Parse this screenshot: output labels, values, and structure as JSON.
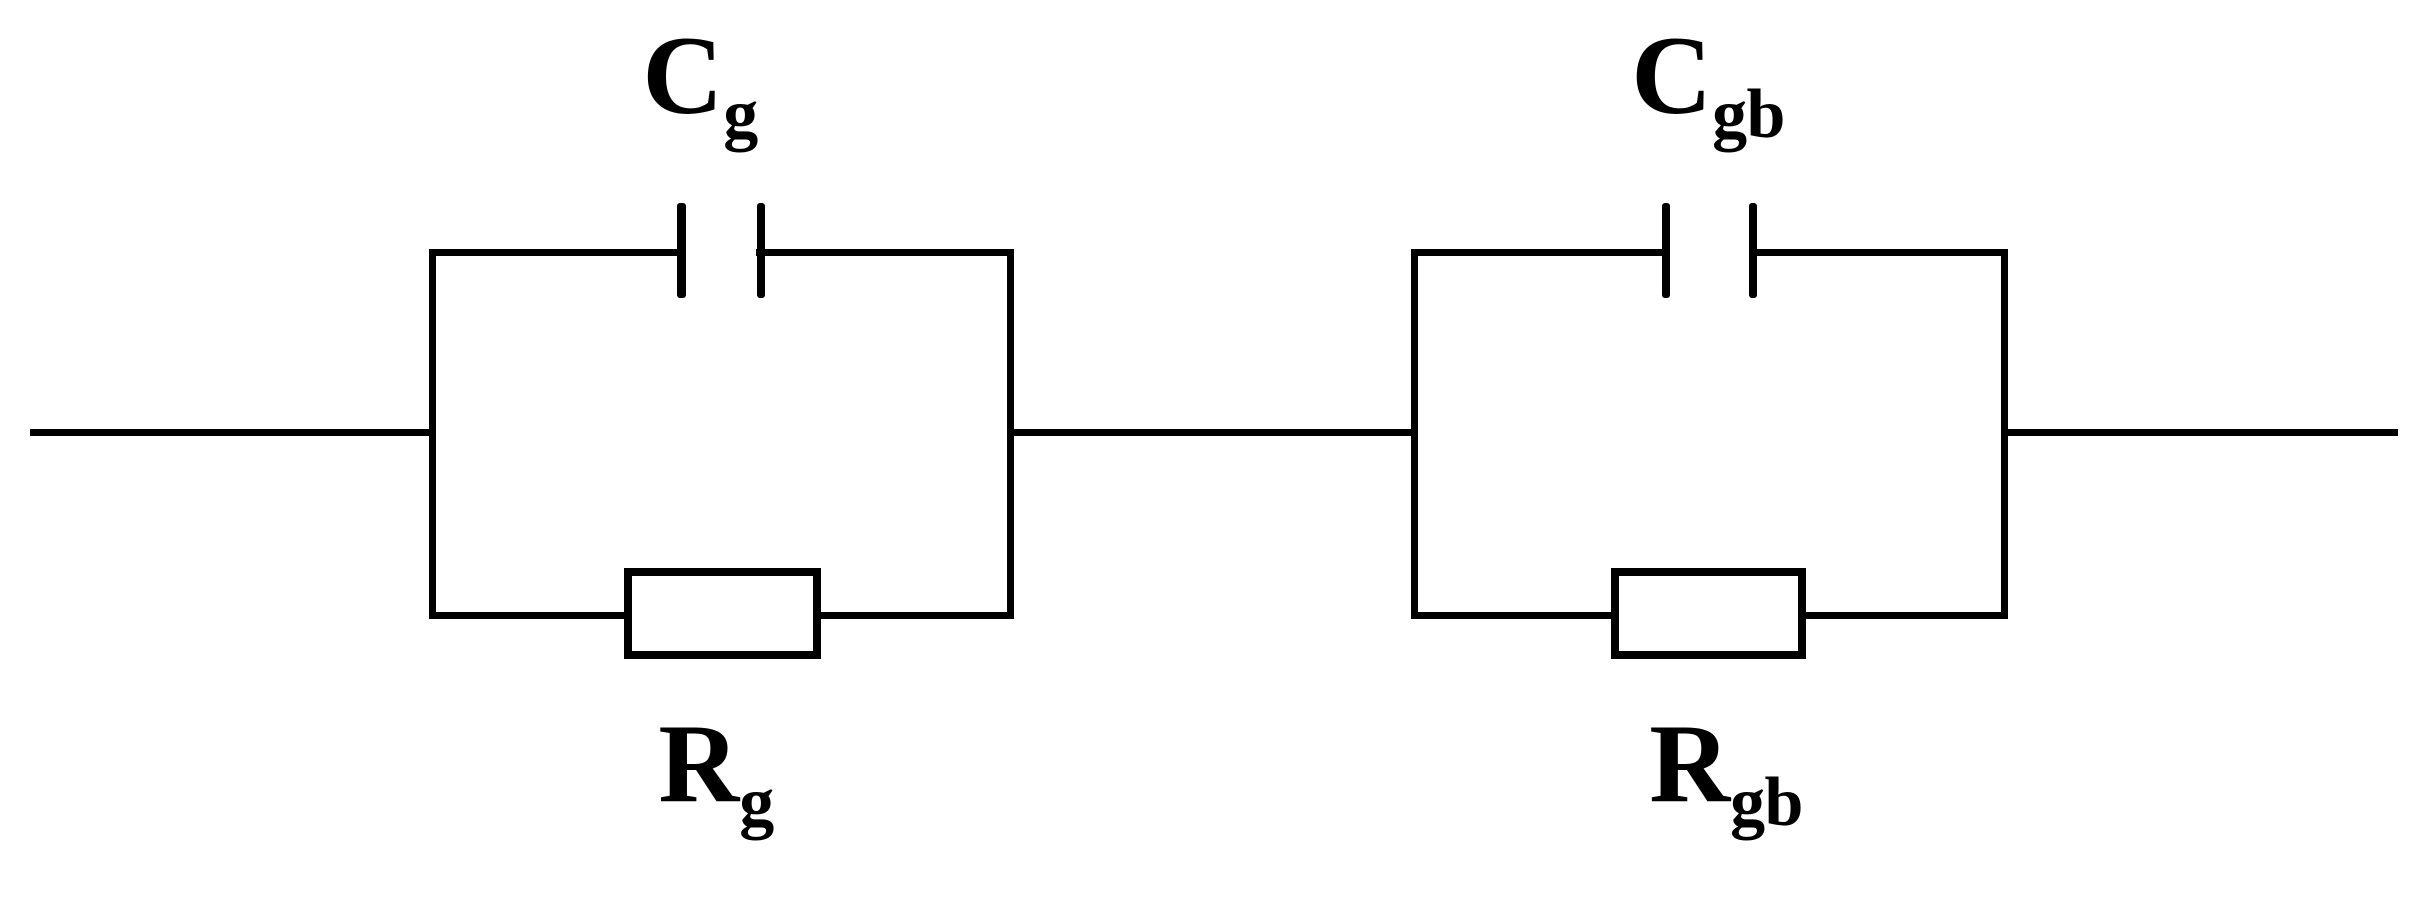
{
  "diagram": {
    "type": "circuit-schematic",
    "description_visible_structure": "two parallel RC blocks in series on one horizontal lead",
    "colors": {
      "line": "#000000",
      "background": "#ffffff"
    },
    "blocks": [
      {
        "capacitor": "Cg",
        "resistor": "Rg"
      },
      {
        "capacitor": "Cgb",
        "resistor": "Rgb"
      }
    ]
  },
  "labels": {
    "cap_left": {
      "main": "C",
      "sub": "g"
    },
    "cap_right": {
      "main": "C",
      "sub": "gb"
    },
    "res_left": {
      "main": "R",
      "sub": "g"
    },
    "res_right": {
      "main": "R",
      "sub": "gb"
    }
  }
}
